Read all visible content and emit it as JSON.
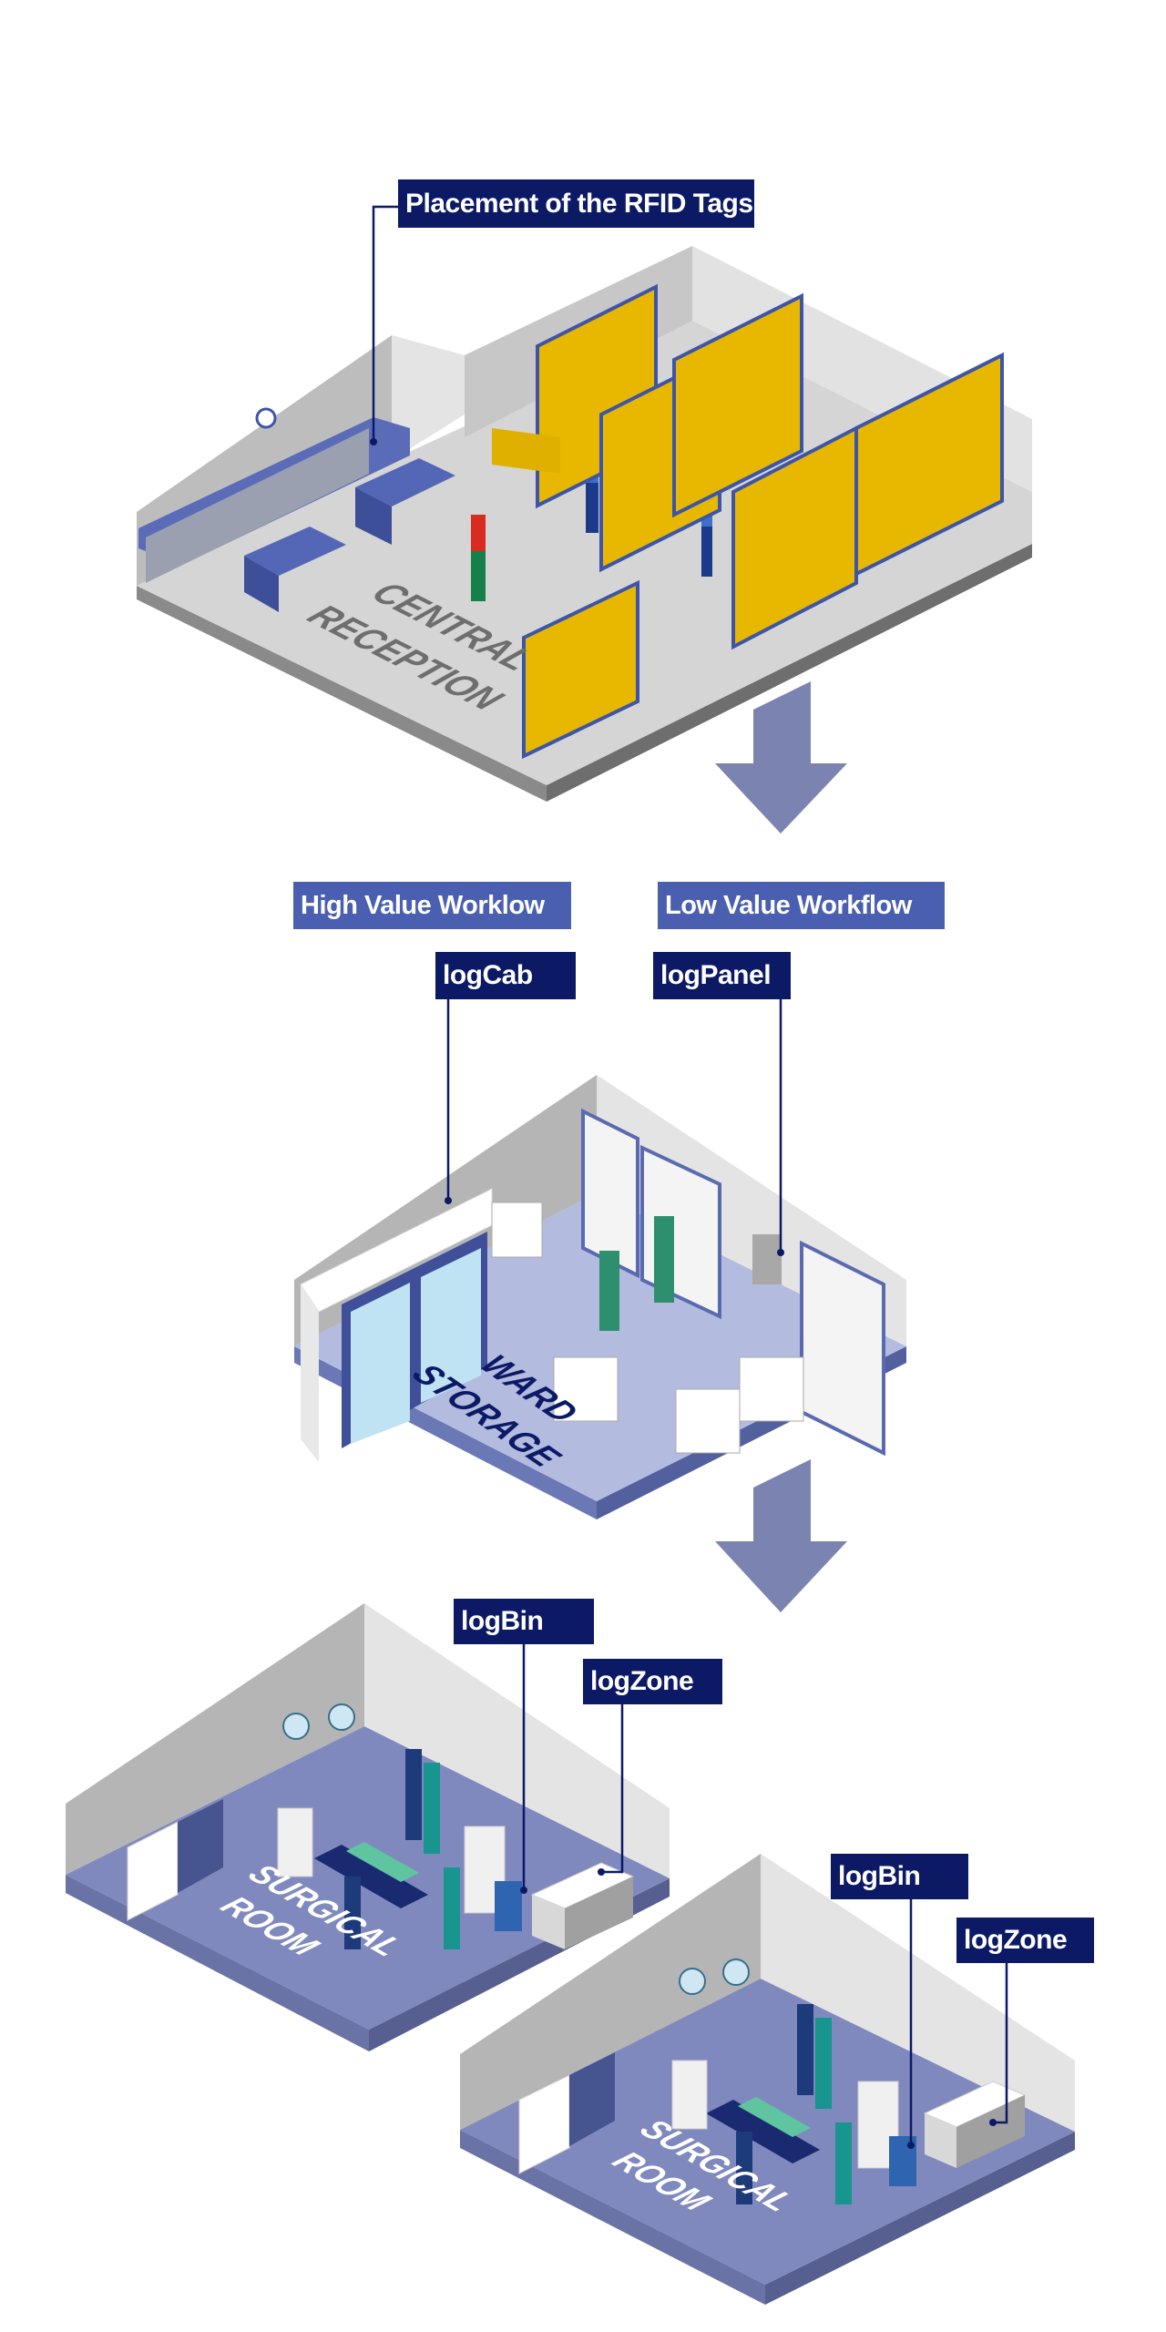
{
  "diagram": {
    "title_tag": "Placement of the RFID Tags",
    "workflows": {
      "high_value": "High Value Worklow",
      "low_value": "Low Value Workflow"
    },
    "devices": {
      "logcab": "logCab",
      "logpanel": "logPanel",
      "logbin_1": "logBin",
      "logzone_1": "logZone",
      "logbin_2": "logBin",
      "logzone_2": "logZone"
    },
    "rooms": {
      "central_reception": {
        "line1": "CENTRAL",
        "line2": "RECEPTION"
      },
      "ward_storage": {
        "line1": "WARD",
        "line2": "STORAGE"
      },
      "surgical_room_1": {
        "line1": "SURGICAL",
        "line2": "ROOM"
      },
      "surgical_room_2": {
        "line1": "SURGICAL",
        "line2": "ROOM"
      }
    },
    "flow": [
      "central_reception",
      "ward_storage",
      "surgical_room"
    ],
    "colors": {
      "tag_dark": "#0c1a66",
      "tag_mid": "#4a5fb0",
      "arrow": "#7b84b0",
      "warehouse_floor": "#d4d4d4",
      "ward_floor": "#b3bbdf",
      "surgical_floor": "#8089be",
      "shelf_box": "#e8b800",
      "shelf_frame": "#3d55a8"
    },
    "icons": [
      "down-arrow-icon",
      "down-arrow-icon"
    ]
  }
}
